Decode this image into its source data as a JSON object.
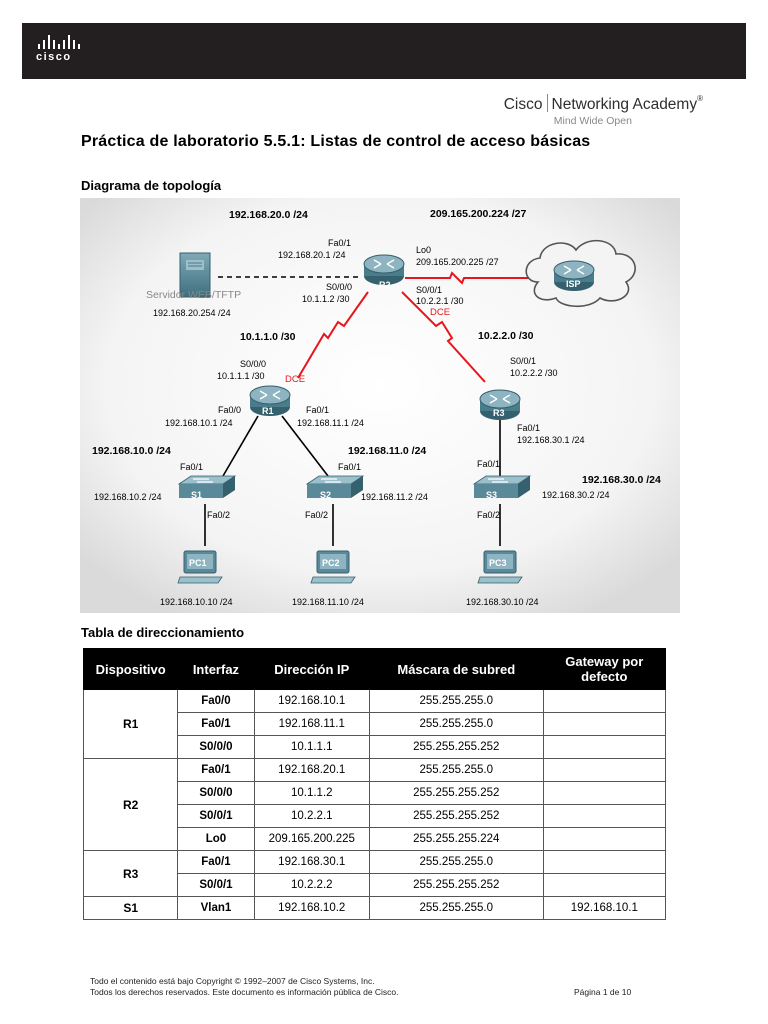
{
  "header": {
    "logo_text": "cisco",
    "academy_brand": "Cisco",
    "academy_name": "Networking Academy",
    "academy_tagline": "Mind Wide Open"
  },
  "document": {
    "title": "Práctica de laboratorio 5.5.1: Listas de control de acceso básicas",
    "topology_heading": "Diagrama de topología",
    "table_heading": "Tabla de direccionamiento"
  },
  "topology": {
    "networks": {
      "net_r2_lan": "192.168.20.0 /24",
      "net_isp": "209.165.200.224 /27",
      "net_r1_r2": "10.1.1.0 /30",
      "net_r2_r3": "10.2.2.0 /30",
      "net_r1_s1": "192.168.10.0 /24",
      "net_r1_s2": "192.168.11.0 /24",
      "net_r3_s3": "192.168.30.0 /24"
    },
    "labels": {
      "r2_fa01": "Fa0/1",
      "r2_fa01_ip": "192.168.20.1 /24",
      "r2_lo0": "Lo0",
      "r2_lo0_ip": "209.165.200.225 /27",
      "r2_s000": "S0/0/0",
      "r2_s000_ip": "10.1.1.2 /30",
      "r2_s001": "S0/0/1",
      "r2_s001_ip": "10.2.2.1 /30",
      "dce_r2": "DCE",
      "server_name": "Servidor WEB/TFTP",
      "server_ip": "192.168.20.254 /24",
      "r1_s000": "S0/0/0",
      "r1_s000_ip": "10.1.1.1 /30",
      "dce_r1": "DCE",
      "r1_fa00": "Fa0/0",
      "r1_fa00_ip": "192.168.10.1 /24",
      "r1_fa01": "Fa0/1",
      "r1_fa01_ip": "192.168.11.1 /24",
      "r3_s001": "S0/0/1",
      "r3_s001_ip": "10.2.2.2 /30",
      "r3_fa01": "Fa0/1",
      "r3_fa01_ip": "192.168.30.1 /24",
      "s1_fa01": "Fa0/1",
      "s1_ip": "192.168.10.2 /24",
      "s1_fa02": "Fa0/2",
      "s2_fa01": "Fa0/1",
      "s2_ip": "192.168.11.2 /24",
      "s2_fa02": "Fa0/2",
      "s3_fa01": "Fa0/1",
      "s3_ip": "192.168.30.2 /24",
      "s3_fa02": "Fa0/2",
      "pc1_ip": "192.168.10.10 /24",
      "pc2_ip": "192.168.11.10 /24",
      "pc3_ip": "192.168.30.10 /24"
    },
    "devices": {
      "r1": "R1",
      "r2": "R2",
      "r3": "R3",
      "s1": "S1",
      "s2": "S2",
      "s3": "S3",
      "pc1": "PC1",
      "pc2": "PC2",
      "pc3": "PC3",
      "isp": "ISP"
    },
    "colors": {
      "serial_link": "#e8161c",
      "ethernet": "#000000",
      "dce_label": "#e8161c"
    }
  },
  "addressing_table": {
    "headers": [
      "Dispositivo",
      "Interfaz",
      "Dirección IP",
      "Máscara de subred",
      "Gateway por defecto"
    ],
    "rows": [
      {
        "device": "R1",
        "interface": "Fa0/0",
        "ip": "192.168.10.1",
        "mask": "255.255.255.0",
        "gateway": ""
      },
      {
        "device": "",
        "interface": "Fa0/1",
        "ip": "192.168.11.1",
        "mask": "255.255.255.0",
        "gateway": ""
      },
      {
        "device": "",
        "interface": "S0/0/0",
        "ip": "10.1.1.1",
        "mask": "255.255.255.252",
        "gateway": ""
      },
      {
        "device": "R2",
        "interface": "Fa0/1",
        "ip": "192.168.20.1",
        "mask": "255.255.255.0",
        "gateway": ""
      },
      {
        "device": "",
        "interface": "S0/0/0",
        "ip": "10.1.1.2",
        "mask": "255.255.255.252",
        "gateway": ""
      },
      {
        "device": "",
        "interface": "S0/0/1",
        "ip": "10.2.2.1",
        "mask": "255.255.255.252",
        "gateway": ""
      },
      {
        "device": "",
        "interface": "Lo0",
        "ip": "209.165.200.225",
        "mask": "255.255.255.224",
        "gateway": ""
      },
      {
        "device": "R3",
        "interface": "Fa0/1",
        "ip": "192.168.30.1",
        "mask": "255.255.255.0",
        "gateway": ""
      },
      {
        "device": "",
        "interface": "S0/0/1",
        "ip": "10.2.2.2",
        "mask": "255.255.255.252",
        "gateway": ""
      },
      {
        "device": "S1",
        "interface": "Vlan1",
        "ip": "192.168.10.2",
        "mask": "255.255.255.0",
        "gateway": "192.168.10.1"
      }
    ]
  },
  "footer": {
    "line1": "Todo el contenido está bajo Copyright © 1992–2007 de Cisco Systems, Inc.",
    "line2": "Todos los derechos reservados. Este documento es información pública de Cisco.",
    "page": "Página 1 de 10"
  }
}
